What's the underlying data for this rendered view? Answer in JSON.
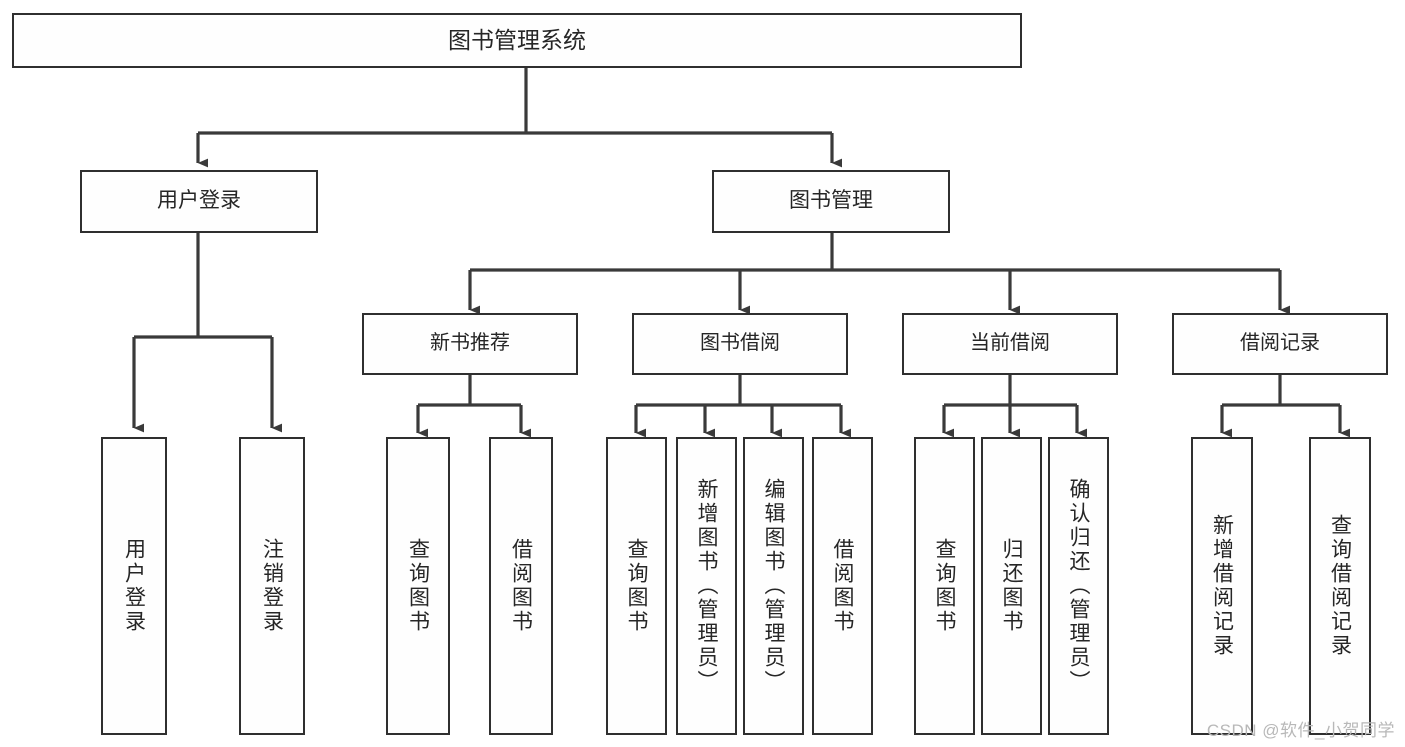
{
  "diagram": {
    "title": "图书管理系统",
    "type": "tree-hierarchy",
    "watermark": "CSDN @软件_小贺同学",
    "colors": {
      "border": "#2f2f2f",
      "fill": "#fefefe",
      "text": "#262626",
      "edge": "#3a3a3a",
      "watermark": "#b8b8b8"
    },
    "root": {
      "label": "图书管理系统"
    },
    "level2": [
      {
        "id": "user-login",
        "label": "用户登录"
      },
      {
        "id": "book-manage",
        "label": "图书管理"
      }
    ],
    "level3": [
      {
        "id": "new-book-recommend",
        "label": "新书推荐"
      },
      {
        "id": "book-borrow",
        "label": "图书借阅"
      },
      {
        "id": "current-borrow",
        "label": "当前借阅"
      },
      {
        "id": "borrow-record",
        "label": "借阅记录"
      }
    ],
    "leaves": {
      "user_login": [
        {
          "id": "leaf-user-login",
          "label": "用户登录"
        },
        {
          "id": "leaf-user-logout",
          "label": "注销登录"
        }
      ],
      "new_book_recommend": [
        {
          "id": "leaf-query-book-1",
          "label": "查询图书"
        },
        {
          "id": "leaf-borrow-book-1",
          "label": "借阅图书"
        }
      ],
      "book_borrow": [
        {
          "id": "leaf-query-book-2",
          "label": "查询图书"
        },
        {
          "id": "leaf-add-book",
          "label": "新增图书（管理员）"
        },
        {
          "id": "leaf-edit-book",
          "label": "编辑图书（管理员）"
        },
        {
          "id": "leaf-borrow-book-2",
          "label": "借阅图书"
        }
      ],
      "current_borrow": [
        {
          "id": "leaf-query-book-3",
          "label": "查询图书"
        },
        {
          "id": "leaf-return-book",
          "label": "归还图书"
        },
        {
          "id": "leaf-confirm-return",
          "label": "确认归还（管理员）"
        }
      ],
      "borrow_record": [
        {
          "id": "leaf-add-record",
          "label": "新增借阅记录"
        },
        {
          "id": "leaf-query-record",
          "label": "查询借阅记录"
        }
      ]
    }
  }
}
